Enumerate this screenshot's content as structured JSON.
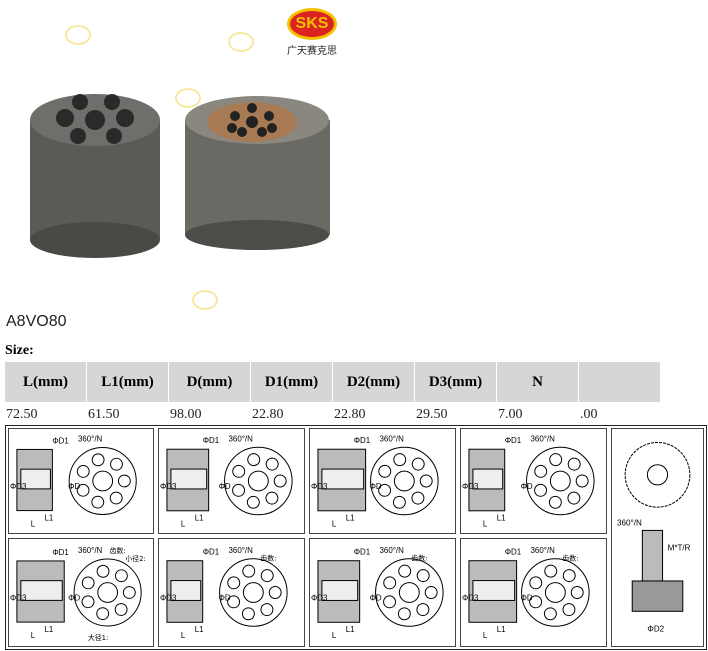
{
  "logo": {
    "text": "SKS",
    "chinese": "广天赛克思"
  },
  "product": {
    "model": "A8VO80",
    "size_label": "Size:"
  },
  "table": {
    "headers": [
      "L(mm)",
      "L1(mm)",
      "D(mm)",
      "D1(mm)",
      "D2(mm)",
      "D3(mm)",
      "N",
      ""
    ],
    "values": [
      "72.50",
      "61.50",
      "98.00",
      "22.80",
      "22.80",
      "29.50",
      "7.00",
      ".00"
    ]
  },
  "diagram_labels": {
    "angle": "360°/N",
    "L": "L",
    "L1": "L1",
    "D": "ΦD",
    "D1": "ΦD1",
    "D2": "ΦD2",
    "D3": "ΦD3",
    "spline": "M*T/R",
    "teeth": "齿数:",
    "big": "大径1:",
    "small": "小径2:"
  }
}
